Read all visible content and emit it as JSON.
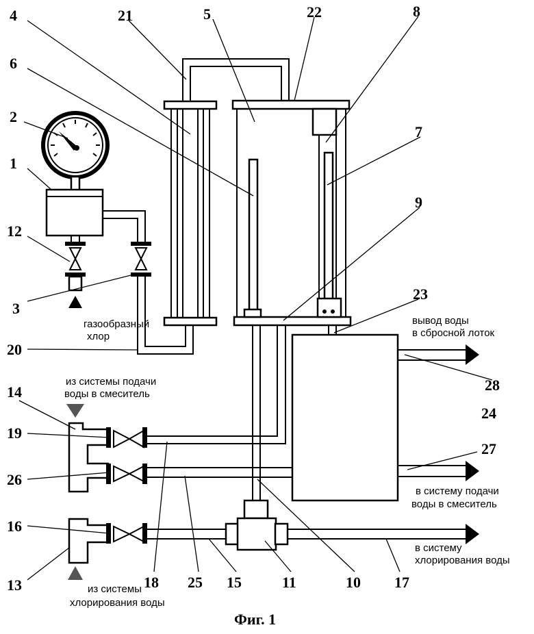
{
  "figure_caption": "Фиг. 1",
  "captions": {
    "gas_chlorine_1": "газообразный",
    "gas_chlorine_2": "хлор",
    "water_in_1": "из системы подачи",
    "water_in_2": "воды в смеситель",
    "chlor_in_1": "из системы",
    "chlor_in_2": "хлорирования воды",
    "outlet_drain_1": "вывод воды",
    "outlet_drain_2": "в сбросной лоток",
    "to_mixer_1": "в систему подачи",
    "to_mixer_2": "воды в смеситель",
    "to_chlor_1": "в систему",
    "to_chlor_2": "хлорирования воды"
  },
  "labels": {
    "n1": "1",
    "n2": "2",
    "n3": "3",
    "n4": "4",
    "n5": "5",
    "n6": "6",
    "n7": "7",
    "n8": "8",
    "n9": "9",
    "n10": "10",
    "n11": "11",
    "n12": "12",
    "n13": "13",
    "n14": "14",
    "n15": "15",
    "n16": "16",
    "n17": "17",
    "n18": "18",
    "n19": "19",
    "n20": "20",
    "n21": "21",
    "n22": "22",
    "n23": "23",
    "n24": "24",
    "n25": "25",
    "n26": "26",
    "n27": "27",
    "n28": "28"
  }
}
